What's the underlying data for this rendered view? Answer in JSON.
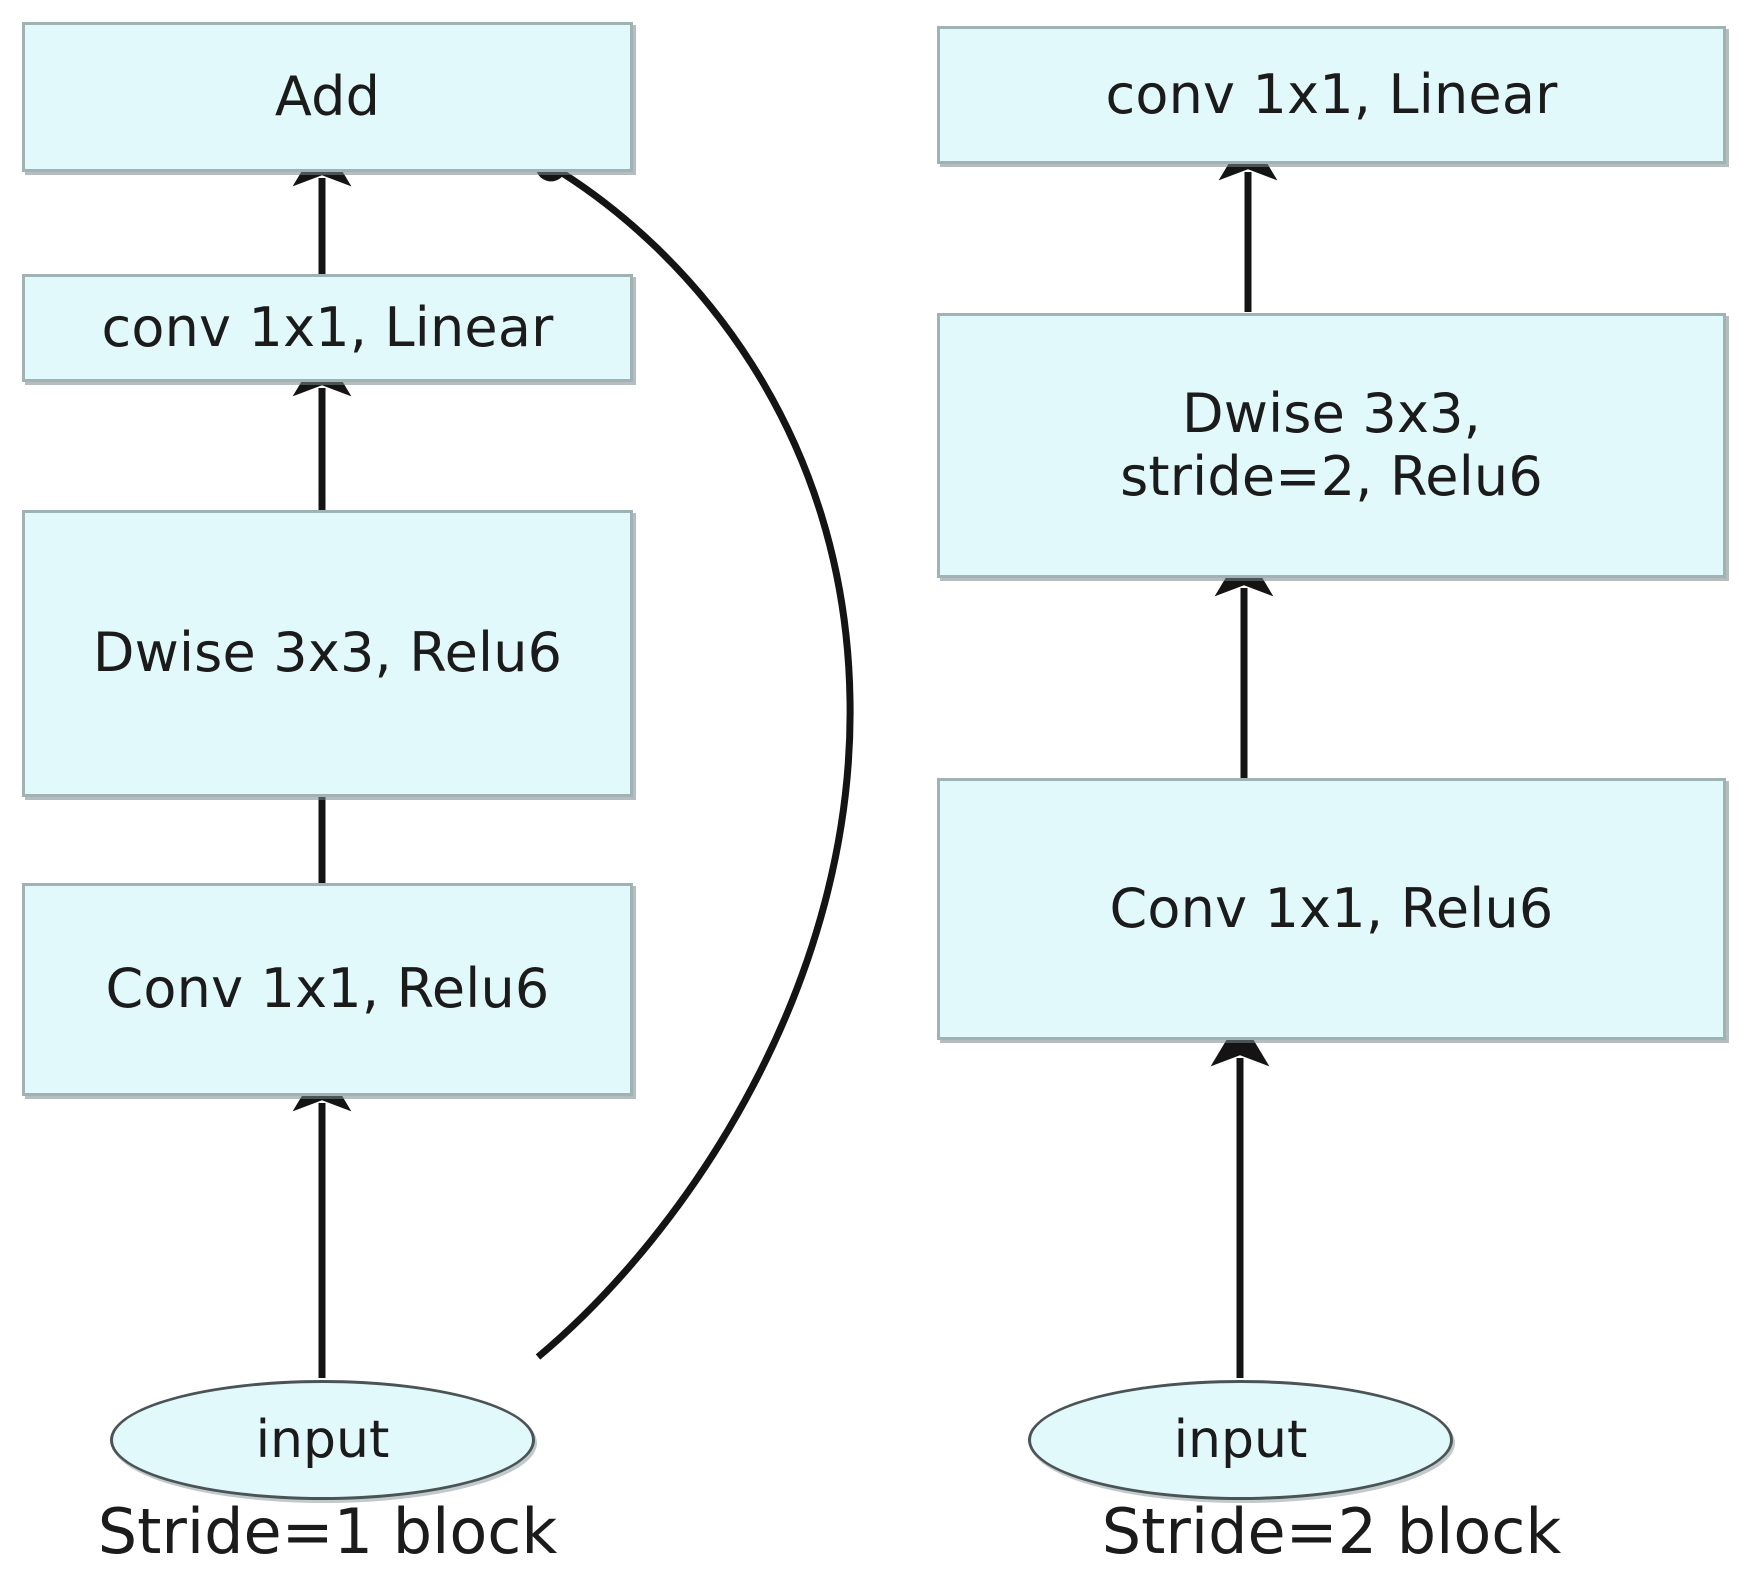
{
  "diagram": {
    "title_hidden": "",
    "fill_color": "#e2f9fb",
    "box_border_color": "#9fb2b4",
    "ellipse_border_color": "#4a5456",
    "edge_color": "#1a1a1a",
    "background": "#ffffff"
  },
  "left_block": {
    "caption": "Stride=1 block",
    "nodes": [
      {
        "id": "add",
        "label": "Add"
      },
      {
        "id": "conv-linear",
        "label": "conv 1x1, Linear"
      },
      {
        "id": "dwise",
        "label": "Dwise 3x3, Relu6"
      },
      {
        "id": "conv-relu6",
        "label": "Conv 1x1, Relu6"
      },
      {
        "id": "input",
        "label": "input"
      }
    ],
    "edges": [
      {
        "from": "input",
        "to": "conv-relu6",
        "type": "straight-arrow"
      },
      {
        "from": "conv-relu6",
        "to": "dwise",
        "type": "straight-arrow"
      },
      {
        "from": "dwise",
        "to": "conv-linear",
        "type": "straight-arrow"
      },
      {
        "from": "conv-linear",
        "to": "add",
        "type": "straight-arrow"
      },
      {
        "from": "input",
        "to": "add",
        "type": "curved-skip-connection"
      }
    ]
  },
  "right_block": {
    "caption": "Stride=2 block",
    "nodes": [
      {
        "id": "conv-linear",
        "label": "conv 1x1, Linear"
      },
      {
        "id": "dwise-s2",
        "label": "Dwise 3x3,\nstride=2, Relu6"
      },
      {
        "id": "conv-relu6",
        "label": "Conv 1x1, Relu6"
      },
      {
        "id": "input",
        "label": "input"
      }
    ],
    "edges": [
      {
        "from": "input",
        "to": "conv-relu6",
        "type": "straight-arrow"
      },
      {
        "from": "conv-relu6",
        "to": "dwise-s2",
        "type": "straight-arrow"
      },
      {
        "from": "dwise-s2",
        "to": "conv-linear",
        "type": "straight-arrow"
      }
    ]
  }
}
